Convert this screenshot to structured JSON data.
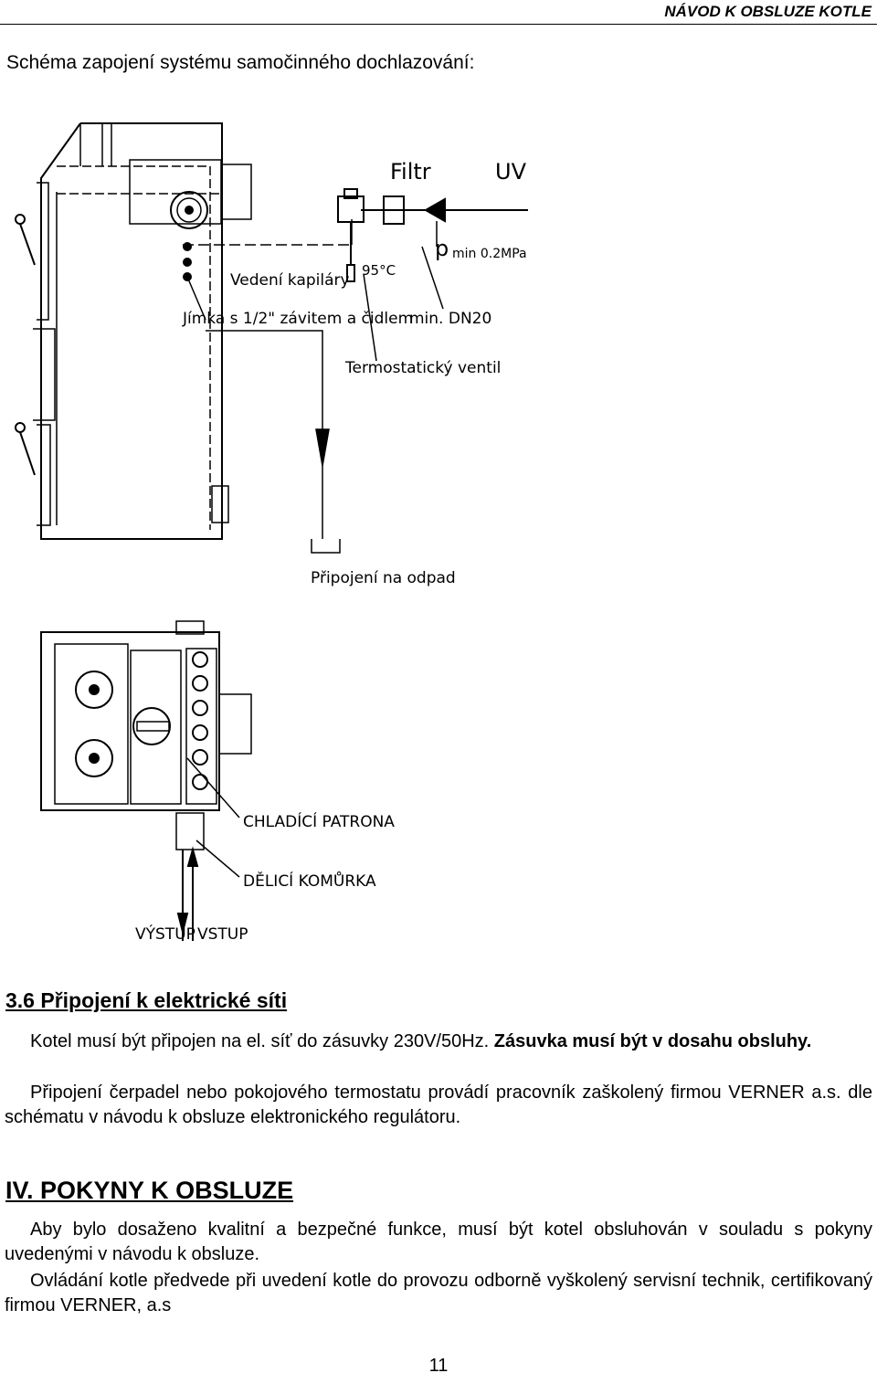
{
  "header": {
    "title": "NÁVOD K OBSLUZE KOTLE"
  },
  "schema": {
    "caption": "Schéma zapojení systému samočinného dochlazování:",
    "labels": {
      "filtr": "Filtr",
      "uv": "UV",
      "p": "p",
      "pmin": "min 0.2MPa",
      "temp": "95°C",
      "vedeni": "Vedení kapiláry",
      "jimka": "Jímka s 1/2\" závitem a čidlem",
      "dn20": "min. DN20",
      "ventil": "Termostatický ventil",
      "odpad": "Připojení na odpad"
    }
  },
  "detail": {
    "labels": {
      "patrona": "CHLADÍCÍ PATRONA",
      "komurka": "DĚLICÍ KOMŮRKA",
      "vystup": "VÝSTUP",
      "vstup": "VSTUP"
    }
  },
  "section_3_6": {
    "heading": "3.6 Připojení k elektrické síti",
    "p1_normal": "Kotel musí být připojen na el. síť do zásuvky 230V/50Hz. ",
    "p1_bold": "Zásuvka musí být v dosahu obsluhy.",
    "p2": "Připojení čerpadel nebo pokojového termostatu provádí pracovník zaškolený firmou VERNER a.s. dle schématu v návodu k obsluze elektronického regulátoru."
  },
  "section_iv": {
    "heading": "IV. POKYNY K OBSLUZE",
    "p1": "Aby bylo dosaženo kvalitní a bezpečné funkce, musí být kotel obsluhován v souladu s pokyny uvedenými v návodu k obsluze.",
    "p2": "Ovládání kotle předvede při uvedení kotle do provozu odborně vyškolený servisní technik, certifikovaný firmou VERNER, a.s"
  },
  "page_number": "11"
}
